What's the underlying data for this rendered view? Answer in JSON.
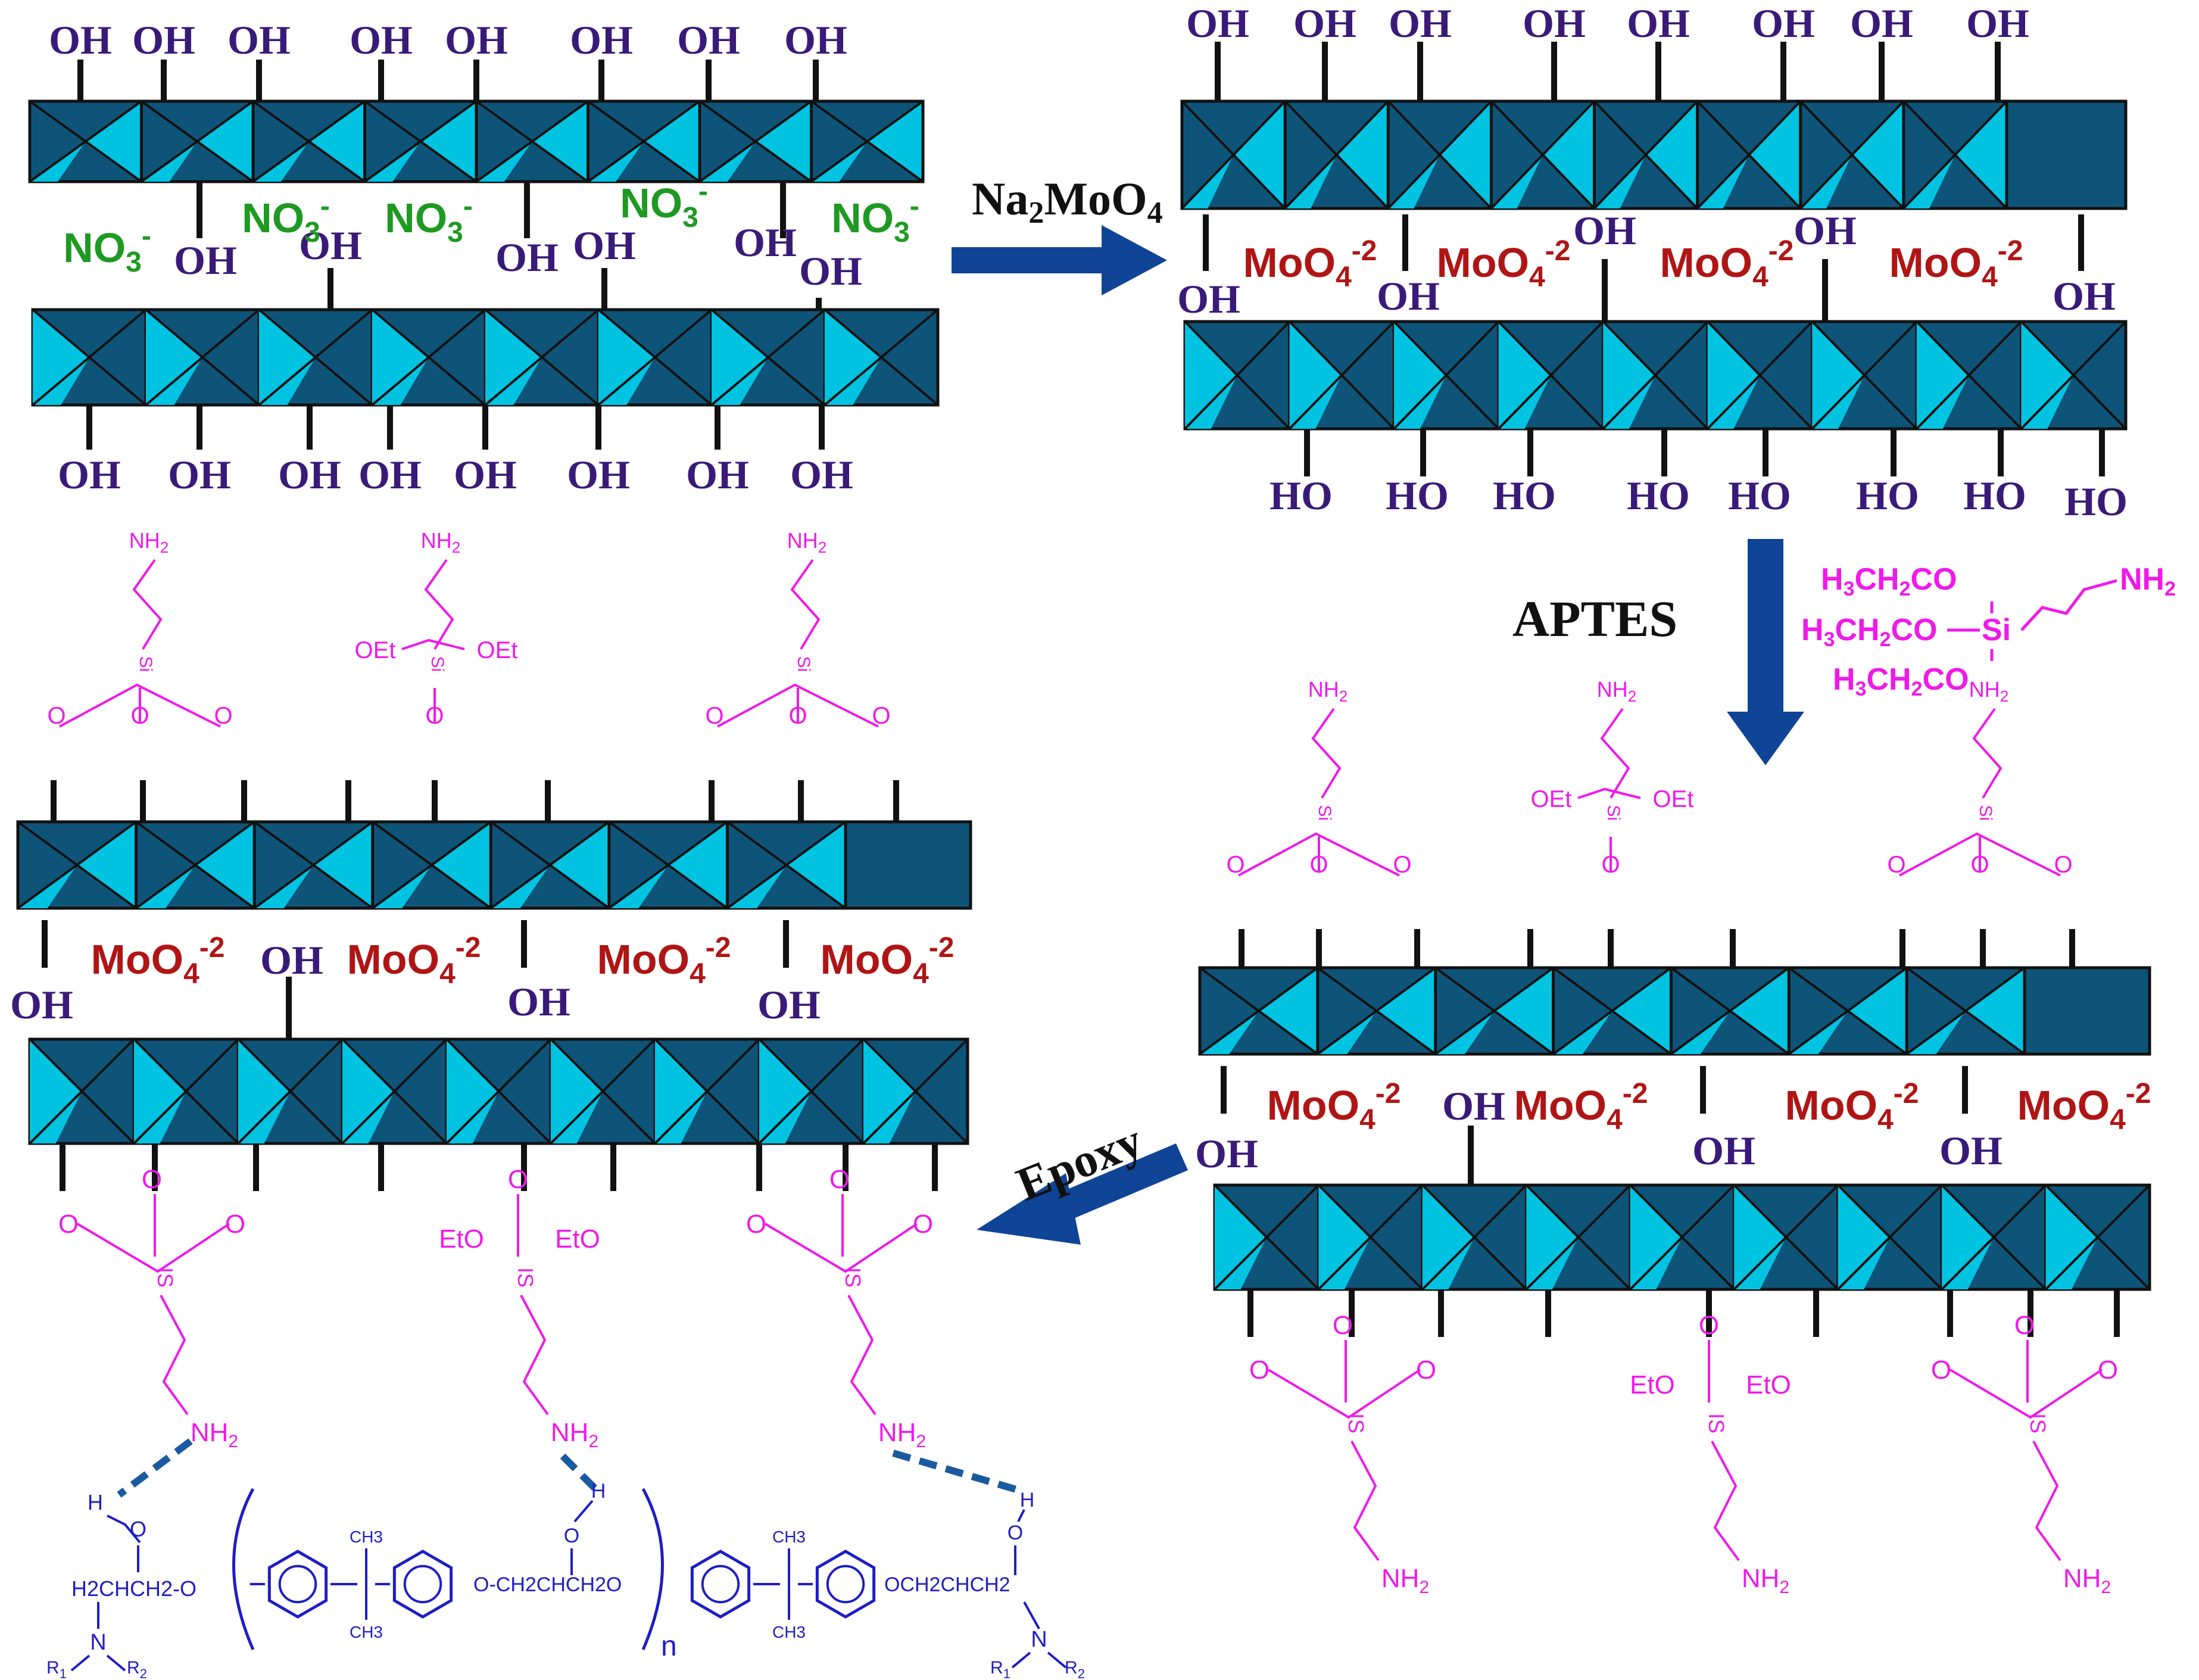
{
  "colors": {
    "layer_dark": "#0e5479",
    "layer_light": "#00c3e2",
    "hydroxyl": "#3a1a78",
    "nitrate": "#1e9a22",
    "molybdate": "#b01515",
    "silane": "#ef1ae8",
    "polymer": "#1e1ec4",
    "arrow": "#0f4496",
    "bond": "#111111"
  },
  "labels": {
    "hydroxyl": "OH",
    "hydroxyl_reversed": "HO",
    "nitrate_base": "NO",
    "nitrate_sub": "3",
    "nitrate_sup": "-",
    "molybdate_base": "MoO",
    "molybdate_sub": "4",
    "molybdate_sup": "-2",
    "amine_base": "NH",
    "amine_sub": "2",
    "silicon": "Si",
    "silicon_flipped": "IS",
    "oxygen": "O",
    "ethoxy_left": "OEt",
    "ethoxy_right": "OEt",
    "ethoxy_left_bottom": "EtO",
    "ethoxy_right_bottom": "EtO"
  },
  "steps": {
    "step1": {
      "base": "Na",
      "sub1": "2",
      "mid": "MoO",
      "sub2": "4"
    },
    "step2": "APTES",
    "step3": "Epoxy"
  },
  "aptes_formula": {
    "ethoxy_a": "H",
    "ethoxy_a_sub": "3",
    "ethoxy_b": "CH",
    "ethoxy_b_sub": "2",
    "ethoxy_c": "CO",
    "si_bond": "Si",
    "amine": "NH",
    "amine_sub": "2"
  },
  "epoxy_polymer": {
    "hydrogen": "H",
    "oxygen": "O",
    "end_group_left": "H2CHCH2-O",
    "end_group_right": "OCH2CHCH2",
    "bridge": "O-CH2CHCH2O",
    "methyl": "CH3",
    "nitrogen": "N",
    "r1": "R",
    "r1_sub": "1",
    "r2": "R",
    "r2_sub": "2",
    "repeat": "n"
  }
}
